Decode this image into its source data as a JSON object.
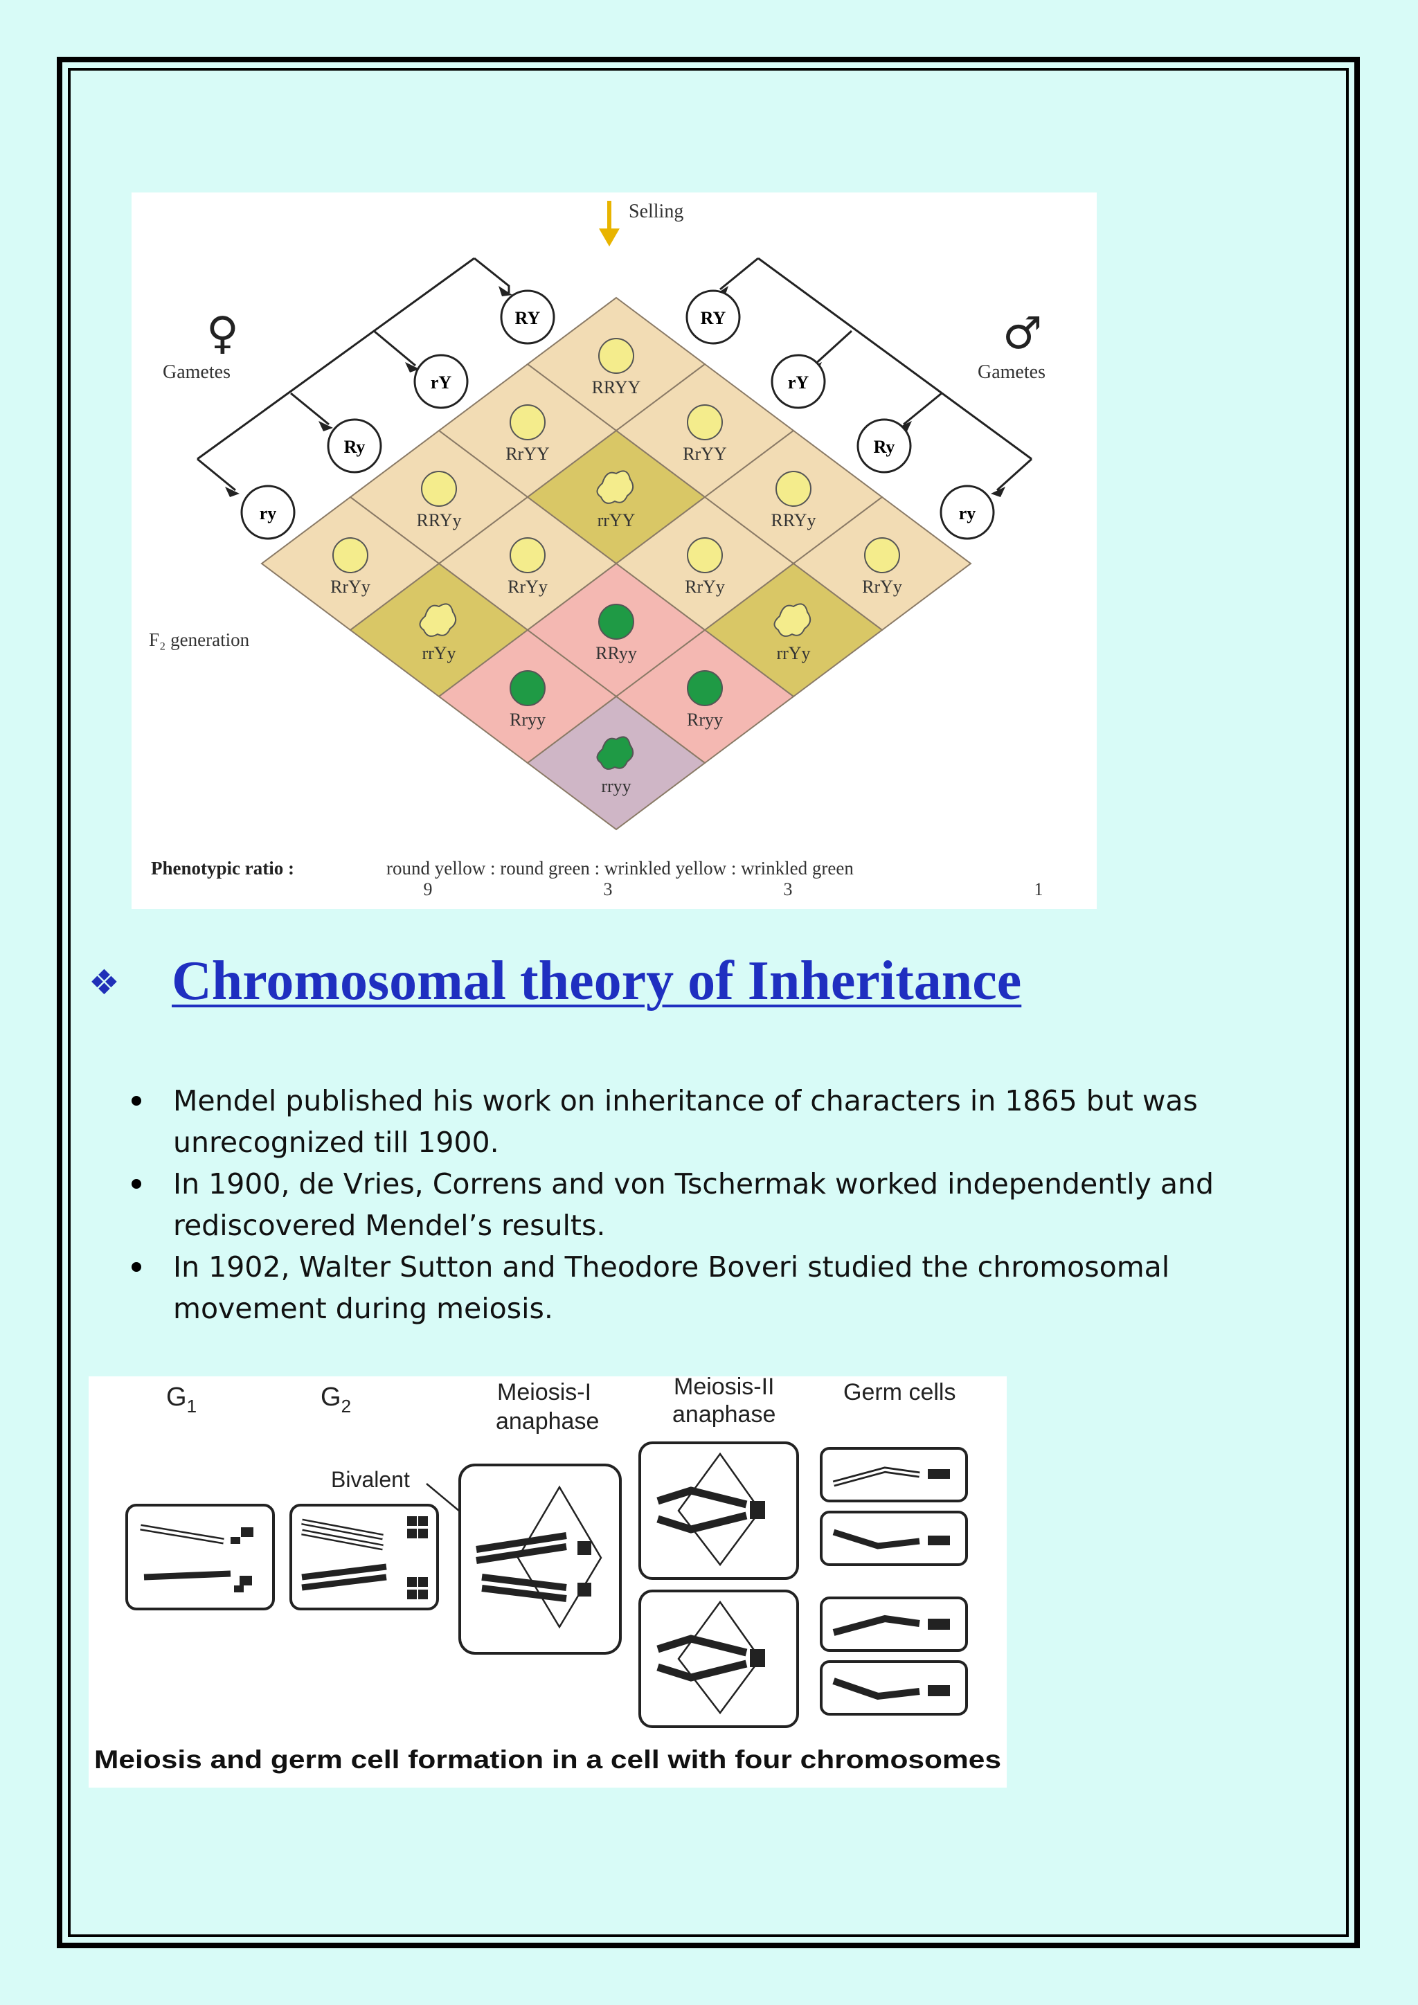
{
  "punnett": {
    "selfing": "Selling",
    "female_symbol": "♀",
    "male_symbol": "♂",
    "gametes_left": "Gametes",
    "gametes_right": "Gametes",
    "gametes": [
      "RY",
      "rY",
      "Ry",
      "ry"
    ],
    "f2_label": "F₂ generation",
    "cells": {
      "c0_0": "RRYY",
      "c0_1": "RrYY",
      "c1_0": "RrYY",
      "c0_2": "RRYy",
      "c1_1": "rrYY",
      "c2_0": "RRYy",
      "c0_3": "RrYy",
      "c1_2": "RrYy",
      "c2_1": "RrYy",
      "c3_0": "RrYy",
      "c1_3": "rrYy",
      "c2_2": "RRyy",
      "c3_1": "rrYy",
      "c2_3": "Rryy",
      "c3_2": "Rryy",
      "c3_3": "rryy"
    },
    "ratio_label": "Phenotypic ratio :",
    "ratio_text": "round yellow : round green : wrinkled yellow : wrinkled green",
    "ratio_numbers": [
      "9",
      "3",
      "3",
      "1"
    ],
    "colors": {
      "tan": "#f2dcb4",
      "olive": "#d9c766",
      "pink": "#f4b8b2",
      "mauve": "#cfb6c6",
      "yellow_pea": "#f4ec8c",
      "green_pea": "#1f9a45"
    }
  },
  "heading": {
    "icon": "❖",
    "title": "Chromosomal theory of Inheritance"
  },
  "bullets": [
    "Mendel published his work on inheritance of characters in 1865 but was unrecognized till 1900.",
    "In 1900, de Vries, Correns and von Tschermak worked independently and rediscovered Mendel’s results.",
    "In 1902, Walter Sutton and Theodore Boveri studied the chromosomal movement during meiosis."
  ],
  "meiosis": {
    "g1": "G",
    "g1_sub": "1",
    "g2": "G",
    "g2_sub": "2",
    "meiosis1_line1": "Meiosis-I",
    "meiosis1_line2": "anaphase",
    "meiosis2_line1": "Meiosis-II",
    "meiosis2_line2": "anaphase",
    "germ": "Germ cells",
    "bivalent": "Bivalent",
    "caption": "Meiosis and germ cell formation in a cell with four chromosomes"
  }
}
